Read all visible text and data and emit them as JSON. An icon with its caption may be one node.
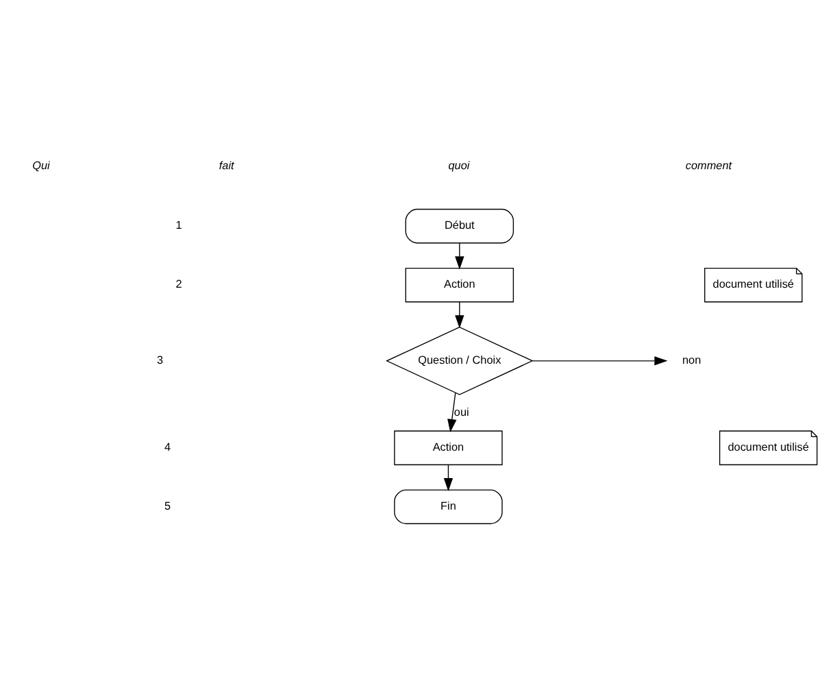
{
  "diagram": {
    "nodes": [
      {
        "text": [
          "Début"
        ]
      },
      {
        "text": [
          "Action"
        ]
      },
      {
        "text": [
          "Question / Choix"
        ]
      },
      {
        "text": [
          "Action"
        ]
      },
      {
        "text": [
          "Fin"
        ]
      },
      {
        "text": [
          "non"
        ]
      },
      {
        "text": [
          "document utilisé"
        ]
      },
      {
        "text": [
          "document utilisé"
        ]
      }
    ],
    "edges": [
      {
        "from": 0,
        "to": 1,
        "arrow": "to"
      },
      {
        "from": 1,
        "to": 2,
        "arrow": "to"
      },
      {
        "from": 2,
        "to": 5,
        "arrow": "to"
      },
      {
        "from": 2,
        "to": 3,
        "arrow": "to",
        "label": "oui"
      },
      {
        "from": 3,
        "to": 4,
        "arrow": "to"
      }
    ],
    "labels": [
      "Qui",
      "fait",
      "quoi",
      "comment",
      "1",
      "2",
      "3",
      "4",
      "5"
    ]
  }
}
